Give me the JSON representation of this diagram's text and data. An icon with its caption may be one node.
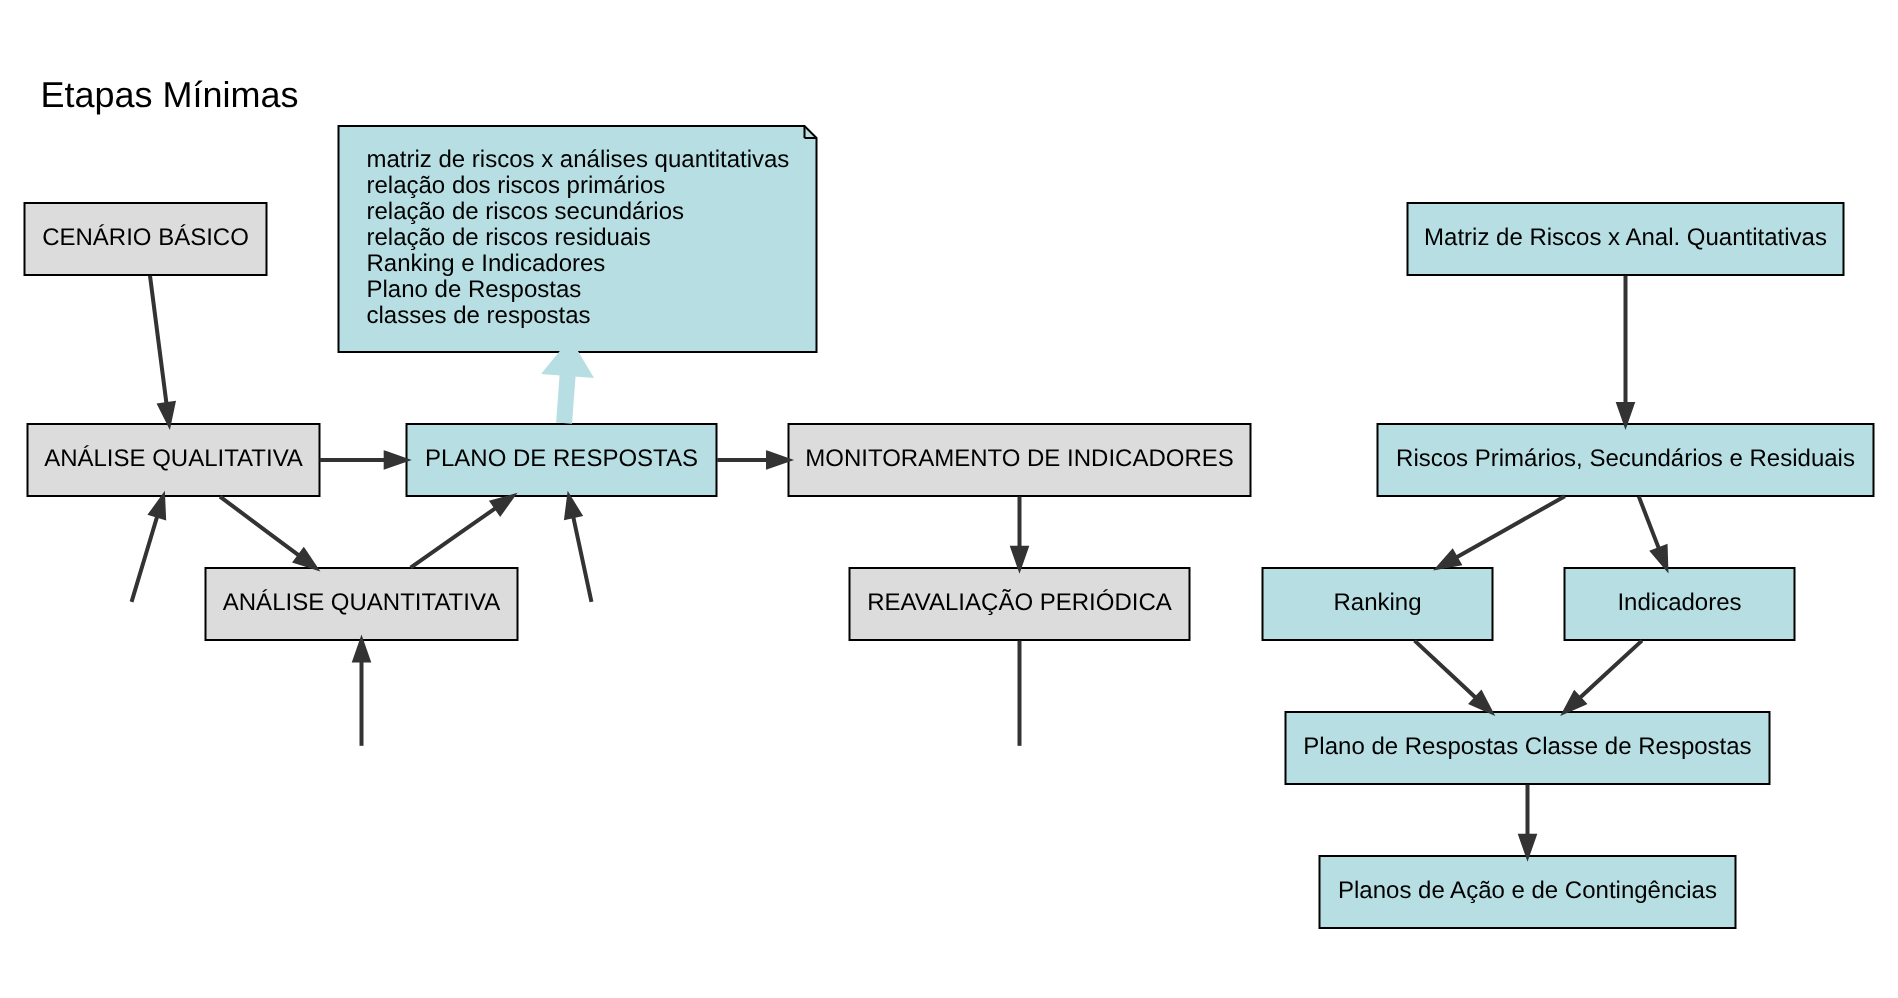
{
  "diagram": {
    "title": "Etapas Mínimas",
    "nodes": [
      {
        "text": [
          "CENÁRIO BÁSICO"
        ]
      },
      {
        "text": [
          "ANÁLISE QUALITATIVA"
        ]
      },
      {
        "text": [
          "PLANO DE RESPOSTAS"
        ]
      },
      {
        "text": [
          "MONITORAMENTO DE INDICADORES"
        ]
      },
      {
        "text": [
          "ANÁLISE QUANTITATIVA"
        ]
      },
      {
        "text": [
          "REAVALIAÇÃO PERIÓDICA"
        ]
      },
      {
        "text": [
          "matriz de riscos x análises quantitativas",
          "relação dos riscos primários",
          "relação de riscos secundários",
          "relação de riscos residuais",
          "Ranking e Indicadores",
          "Plano de Respostas",
          "classes de respostas"
        ]
      },
      {
        "text": [
          "Matriz de Riscos x Anal. Quantitativas"
        ]
      },
      {
        "text": [
          "Riscos Primários, Secundários e Residuais"
        ]
      },
      {
        "text": [
          "Ranking"
        ]
      },
      {
        "text": [
          "Indicadores"
        ]
      },
      {
        "text": [
          "Plano de Respostas Classe de Respostas"
        ]
      },
      {
        "text": [
          "Planos de Ação e de Contingências"
        ]
      }
    ],
    "edges": [
      {
        "from": 0,
        "to": 1,
        "arrow": "to"
      },
      {
        "from": null,
        "to": 1,
        "arrow": "to"
      },
      {
        "from": 1,
        "to": 2,
        "arrow": "to"
      },
      {
        "from": 2,
        "to": 3,
        "arrow": "to"
      },
      {
        "from": 1,
        "to": 4,
        "arrow": "to"
      },
      {
        "from": null,
        "to": 4,
        "arrow": "to"
      },
      {
        "from": 4,
        "to": 2,
        "arrow": "to"
      },
      {
        "from": null,
        "to": 2,
        "arrow": "to"
      },
      {
        "from": 3,
        "to": 5,
        "arrow": "to"
      },
      {
        "from": 5,
        "to": null,
        "arrow": "none"
      },
      {
        "from": 2,
        "to": 6,
        "arrow": "to",
        "style": "thick",
        "color": "#b7dfe3"
      },
      {
        "from": 7,
        "to": 8,
        "arrow": "to"
      },
      {
        "from": 8,
        "to": 9,
        "arrow": "to"
      },
      {
        "from": 8,
        "to": 10,
        "arrow": "to"
      },
      {
        "from": 9,
        "to": 11,
        "arrow": "to"
      },
      {
        "from": 10,
        "to": 11,
        "arrow": "to"
      },
      {
        "from": 11,
        "to": 12,
        "arrow": "to"
      }
    ]
  }
}
